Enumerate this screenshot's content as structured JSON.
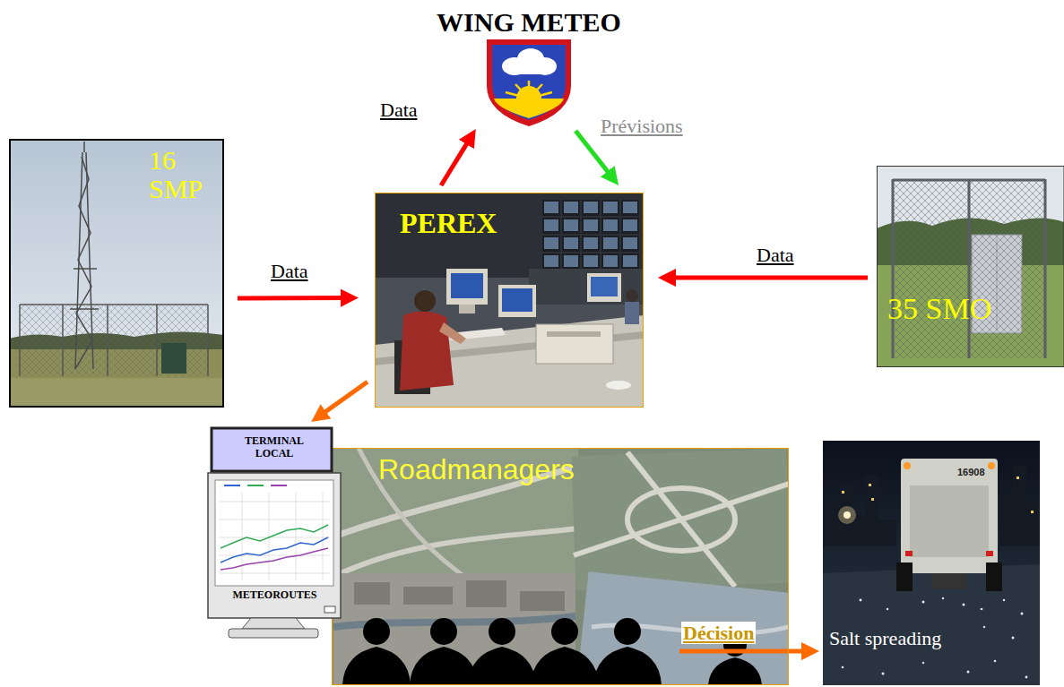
{
  "diagram": {
    "nodes": [
      {
        "text": [
          "WING METEO"
        ]
      },
      {
        "text": [
          "16 SMP"
        ]
      },
      {
        "text": [
          "PEREX"
        ]
      },
      {
        "text": [
          "35 SMO"
        ]
      },
      {
        "text": [
          "TERMINAL LOCAL",
          "METEOROUTES"
        ]
      },
      {
        "text": [
          "Roadmanagers"
        ]
      },
      {
        "text": [
          "Salt spreading"
        ]
      }
    ],
    "edges": [
      {
        "from": 1,
        "to": 2,
        "label": "Data",
        "arrow": "to"
      },
      {
        "from": 3,
        "to": 2,
        "label": "Data",
        "arrow": "to"
      },
      {
        "from": 2,
        "to": 0,
        "label": "Data",
        "arrow": "to"
      },
      {
        "from": 0,
        "to": 2,
        "label": "Prévisions",
        "arrow": "to"
      },
      {
        "from": 2,
        "to": 4,
        "arrow": "to"
      },
      {
        "from": 5,
        "to": 6,
        "label": "Décision",
        "arrow": "to"
      }
    ],
    "labels": [
      "16908"
    ]
  }
}
